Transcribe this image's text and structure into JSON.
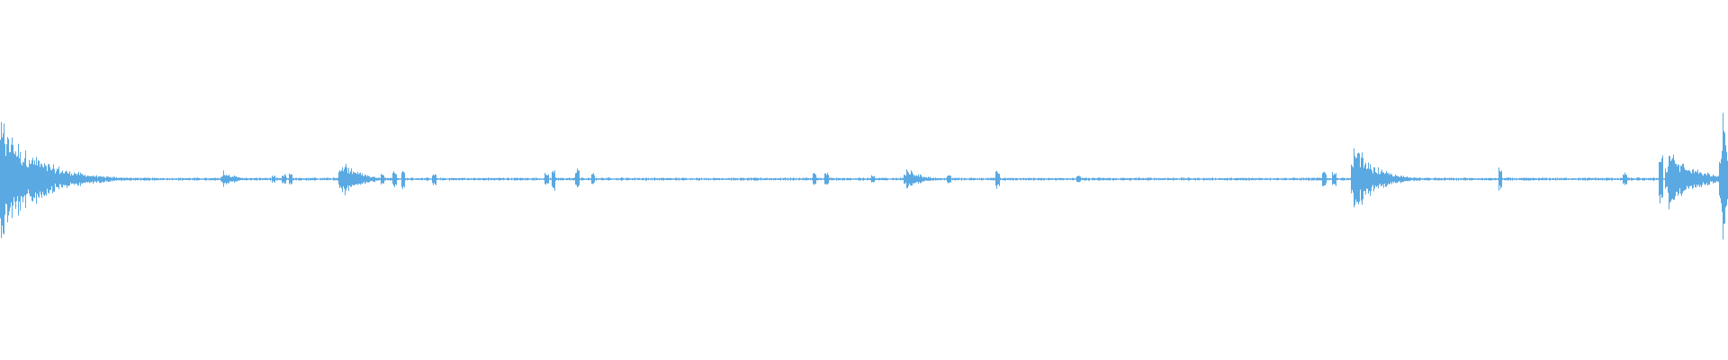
{
  "waveform": {
    "color": "#5aa9e2",
    "duration_fraction_visible": 1.0,
    "baseline_amplitude": 0.008,
    "events": [
      {
        "at": 0.0,
        "peak": 0.52,
        "decay": 0.02,
        "kind": "burst"
      },
      {
        "at": 0.129,
        "peak": 0.08,
        "decay": 0.006,
        "kind": "burst"
      },
      {
        "at": 0.158,
        "peak": 0.03,
        "decay": 0.002,
        "kind": "tick"
      },
      {
        "at": 0.164,
        "peak": 0.04,
        "decay": 0.002,
        "kind": "tick"
      },
      {
        "at": 0.168,
        "peak": 0.05,
        "decay": 0.002,
        "kind": "tick"
      },
      {
        "at": 0.197,
        "peak": 0.17,
        "decay": 0.01,
        "kind": "burst"
      },
      {
        "at": 0.221,
        "peak": 0.05,
        "decay": 0.003,
        "kind": "tick"
      },
      {
        "at": 0.228,
        "peak": 0.06,
        "decay": 0.003,
        "kind": "tick"
      },
      {
        "at": 0.233,
        "peak": 0.08,
        "decay": 0.004,
        "kind": "tick"
      },
      {
        "at": 0.251,
        "peak": 0.05,
        "decay": 0.003,
        "kind": "tick"
      },
      {
        "at": 0.316,
        "peak": 0.05,
        "decay": 0.003,
        "kind": "tick"
      },
      {
        "at": 0.32,
        "peak": 0.09,
        "decay": 0.004,
        "kind": "tick"
      },
      {
        "at": 0.334,
        "peak": 0.09,
        "decay": 0.004,
        "kind": "tick"
      },
      {
        "at": 0.343,
        "peak": 0.05,
        "decay": 0.003,
        "kind": "tick"
      },
      {
        "at": 0.471,
        "peak": 0.05,
        "decay": 0.003,
        "kind": "tick"
      },
      {
        "at": 0.478,
        "peak": 0.05,
        "decay": 0.003,
        "kind": "tick"
      },
      {
        "at": 0.505,
        "peak": 0.03,
        "decay": 0.002,
        "kind": "tick"
      },
      {
        "at": 0.524,
        "peak": 0.1,
        "decay": 0.008,
        "kind": "burst"
      },
      {
        "at": 0.549,
        "peak": 0.04,
        "decay": 0.002,
        "kind": "tick"
      },
      {
        "at": 0.577,
        "peak": 0.07,
        "decay": 0.003,
        "kind": "tick"
      },
      {
        "at": 0.624,
        "peak": 0.03,
        "decay": 0.002,
        "kind": "tick"
      },
      {
        "at": 0.766,
        "peak": 0.07,
        "decay": 0.004,
        "kind": "tick"
      },
      {
        "at": 0.772,
        "peak": 0.06,
        "decay": 0.004,
        "kind": "tick"
      },
      {
        "at": 0.783,
        "peak": 0.3,
        "decay": 0.012,
        "kind": "burst"
      },
      {
        "at": 0.868,
        "peak": 0.09,
        "decay": 0.003,
        "kind": "tick"
      },
      {
        "at": 0.94,
        "peak": 0.05,
        "decay": 0.003,
        "kind": "tick"
      },
      {
        "at": 0.961,
        "peak": 0.2,
        "decay": 0.004,
        "kind": "tick"
      },
      {
        "at": 0.965,
        "peak": 0.25,
        "decay": 0.014,
        "kind": "burst"
      },
      {
        "at": 0.973,
        "peak": 0.14,
        "decay": 0.01,
        "kind": "burst"
      },
      {
        "at": 0.996,
        "peak": 0.62,
        "decay": 0.004,
        "kind": "burst"
      }
    ]
  }
}
